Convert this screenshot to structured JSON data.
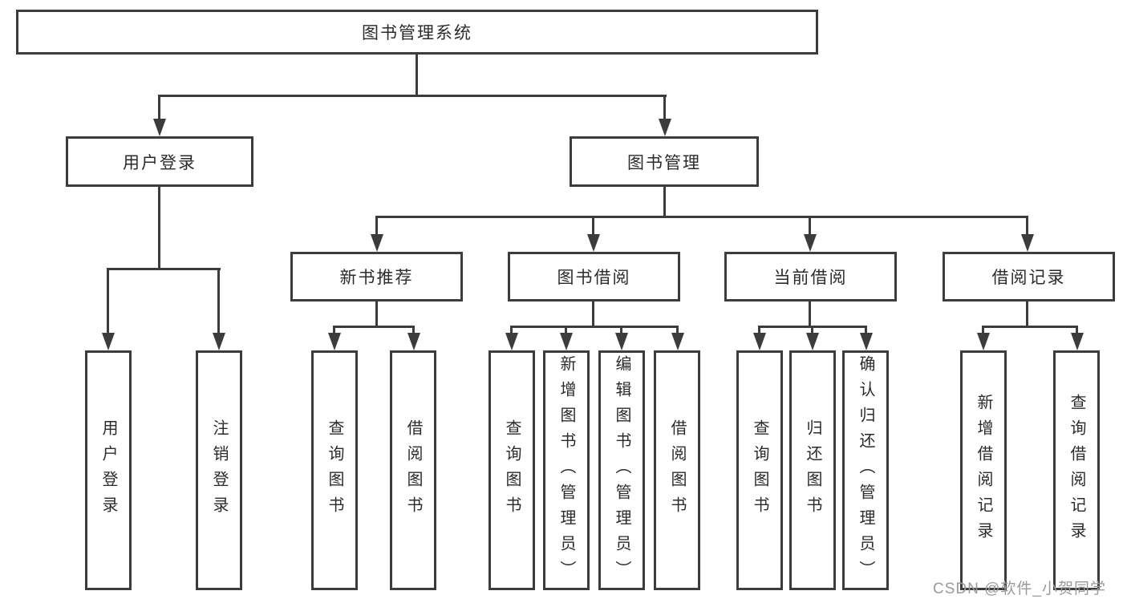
{
  "colors": {
    "line": "#3c3c3c",
    "text": "#2b2b2b",
    "watermark": "#9a9a9a",
    "background": "#ffffff"
  },
  "watermark": {
    "text": "CSDN @软件_小贺同学"
  },
  "diagram": {
    "title": "图书管理系统",
    "branches": [
      {
        "label": "用户登录",
        "children": [
          "用户登录",
          "注销登录"
        ]
      },
      {
        "label": "图书管理",
        "children": [
          {
            "label": "新书推荐",
            "children": [
              "查询图书",
              "借阅图书"
            ]
          },
          {
            "label": "图书借阅",
            "children": [
              "查询图书",
              "新增图书（管理员）",
              "编辑图书（管理员）",
              "借阅图书"
            ]
          },
          {
            "label": "当前借阅",
            "children": [
              "查询图书",
              "归还图书",
              "确认归还（管理员）"
            ]
          },
          {
            "label": "借阅记录",
            "children": [
              "新增借阅记录",
              "查询借阅记录"
            ]
          }
        ]
      }
    ]
  }
}
